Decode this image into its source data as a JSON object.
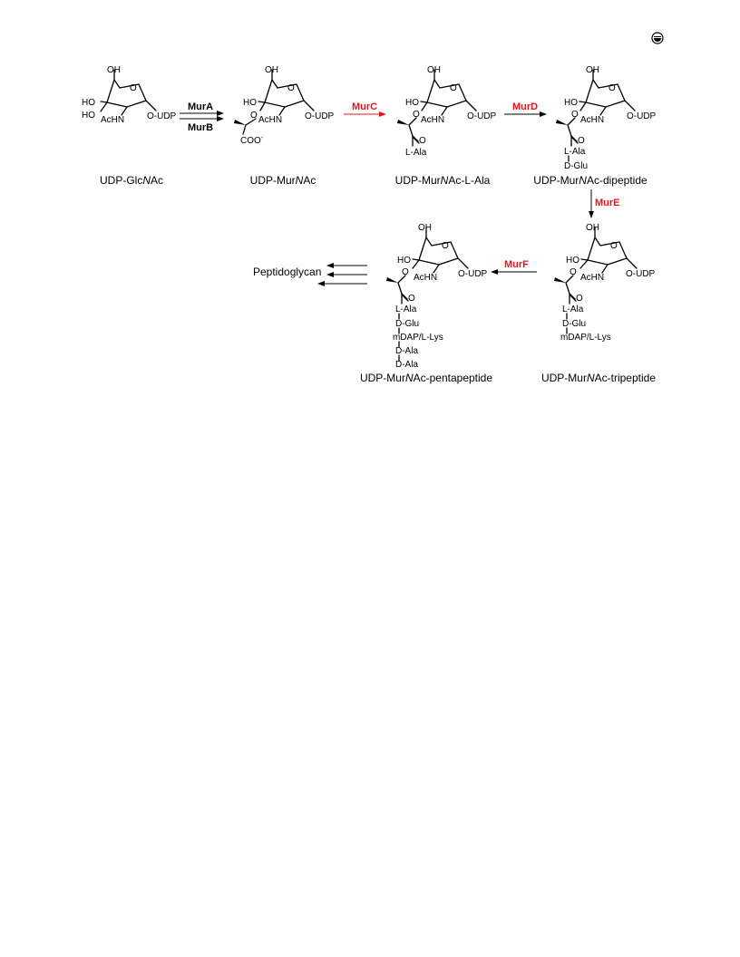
{
  "colors": {
    "enzyme_red": "#e8131b",
    "enzyme_black": "#000000",
    "structure": "#000000"
  },
  "icons": {
    "corner_icon": "open-access-icon"
  },
  "atoms": {
    "oh": "OH",
    "ho": "HO",
    "o": "O",
    "achn": "AcHN",
    "oudp": "O-UDP",
    "coo": "COO",
    "coo_charge": "-"
  },
  "peptides": {
    "l_ala": "L-Ala",
    "d_glu": "D-Glu",
    "mdap": "mDAP/L-Lys",
    "d_ala": "D-Ala"
  },
  "enzymes": {
    "mura": "MurA",
    "murb": "MurB",
    "murc": "MurC",
    "murd": "MurD",
    "mure": "MurE",
    "murf": "MurF"
  },
  "compounds": {
    "glcnac": {
      "pre": "UDP-Glc",
      "italic": "N",
      "post": "Ac"
    },
    "murnac": {
      "pre": "UDP-Mur",
      "italic": "N",
      "post": "Ac"
    },
    "murnac_lala": {
      "pre": "UDP-Mur",
      "italic": "N",
      "post": "Ac-L-Ala"
    },
    "dipeptide": {
      "pre": "UDP-Mur",
      "italic": "N",
      "post": "Ac-dipeptide"
    },
    "tripeptide": {
      "pre": "UDP-Mur",
      "italic": "N",
      "post": "Ac-tripeptide"
    },
    "pentapeptide": {
      "pre": "UDP-Mur",
      "italic": "N",
      "post": "Ac-pentapeptide"
    }
  },
  "product": "Peptidoglycan"
}
